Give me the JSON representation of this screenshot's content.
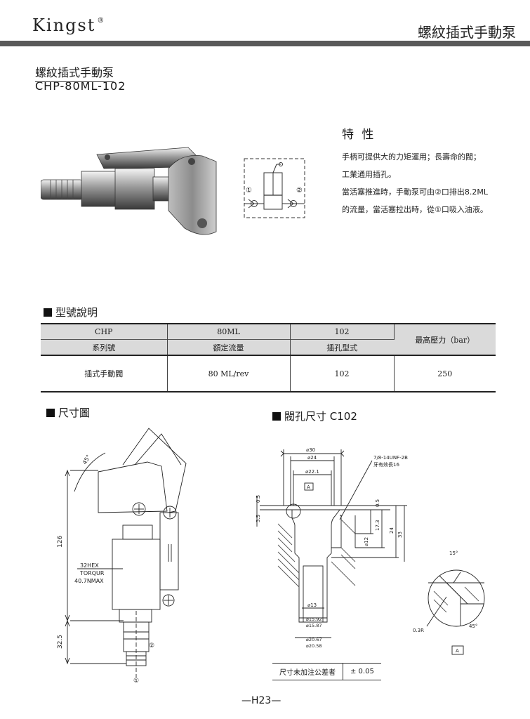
{
  "header": {
    "brand": "Kingst",
    "brand_mark": "®",
    "title": "螺紋插式手動泵"
  },
  "product": {
    "name": "螺紋插式手動泵",
    "model": "CHP-80ML-102"
  },
  "features": {
    "heading": "特 性",
    "lines": [
      "手柄可提供大的力矩運用；長壽命的閥；",
      "工業通用插孔。",
      "當活塞推進時，手動泵可由②口排出8.2ML",
      "的流量，當活塞拉出時，從①口吸入油液。"
    ]
  },
  "schematic": {
    "port1": "①",
    "port2": "②"
  },
  "model_section": {
    "heading": "型號說明",
    "codes": [
      "CHP",
      "80ML",
      "102"
    ],
    "labels": [
      "系列號",
      "額定流量",
      "插孔型式"
    ],
    "max_pressure_label": "最高壓力（bar）",
    "values": [
      "插式手動閥",
      "80 ML/rev",
      "102",
      "250"
    ]
  },
  "dimension_section": {
    "heading": "尺寸圖",
    "angle": "45°",
    "height_total": "126",
    "height_lower": "32.5",
    "hex_note": [
      "32HEX",
      "TORQUR",
      "40.7NMAX"
    ],
    "port1": "①",
    "port2": "②"
  },
  "cavity_section": {
    "heading": "閥孔尺寸 C102",
    "d30": "⌀30",
    "d24": "⌀24",
    "d22": "⌀22.1",
    "thread": "7/8-14UNF-2B",
    "thread_depth": "牙有效長16",
    "label_a": "A",
    "dim_05a": "0.5",
    "dim_35": "3.5",
    "dim_05b": "0.5",
    "dim_12": "⌀12",
    "dim_173": "17.3",
    "dim_24v": "24",
    "dim_33": "33",
    "d13": "⌀13",
    "d1592": "⌀15.92",
    "d1587": "⌀15.87",
    "d2067": "⌀20.67",
    "d2058": "⌀20.58",
    "detail_angle1": "15°",
    "detail_angle2": "45°",
    "detail_r": "0.3R",
    "detail_label": "A"
  },
  "tolerance": {
    "label": "尺寸未加注公差者",
    "value": "± 0.05"
  },
  "page_number": "—H23—"
}
